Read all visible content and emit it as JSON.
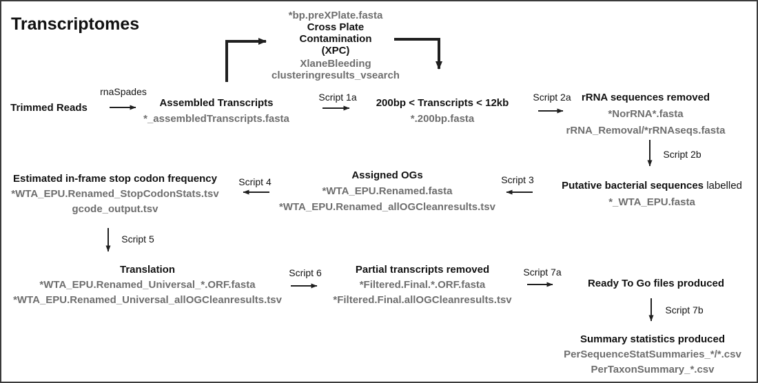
{
  "title": "Transcriptomes",
  "colors": {
    "heading": "#111111",
    "file": "#6e6e6e",
    "arrow": "#1f1f1f",
    "border": "#3a3a3a",
    "background": "#ffffff"
  },
  "nodes": {
    "trimmed_reads": {
      "heading": "Trimmed Reads"
    },
    "assembled_transcripts": {
      "heading": "Assembled Transcripts",
      "files": [
        "*_assembledTranscripts.fasta"
      ]
    },
    "xpc": {
      "file_above": "*bp.preXPlate.fasta",
      "heading_lines": [
        "Cross Plate",
        "Contamination",
        "(XPC)"
      ],
      "files": [
        "XlaneBleeding",
        "clusteringresults_vsearch"
      ]
    },
    "size_filter": {
      "heading": "200bp < Transcripts < 12kb",
      "files": [
        "*.200bp.fasta"
      ]
    },
    "rrna_removed": {
      "heading": "rRNA sequences removed",
      "files": [
        "*NorRNA*.fasta",
        "rRNA_Removal/*rRNAseqs.fasta"
      ]
    },
    "putative_bacterial": {
      "heading_bold": "Putative bacterial sequences",
      "heading_regular": "labelled",
      "files": [
        "*_WTA_EPU.fasta"
      ]
    },
    "assigned_ogs": {
      "heading": "Assigned OGs",
      "files": [
        "*WTA_EPU.Renamed.fasta",
        "*WTA_EPU.Renamed_allOGCleanresults.tsv"
      ]
    },
    "stop_codon": {
      "heading": "Estimated in-frame stop codon frequency",
      "files": [
        "*WTA_EPU.Renamed_StopCodonStats.tsv",
        "gcode_output.tsv"
      ]
    },
    "translation": {
      "heading": "Translation",
      "files": [
        "*WTA_EPU.Renamed_Universal_*.ORF.fasta",
        "*WTA_EPU.Renamed_Universal_allOGCleanresults.tsv"
      ]
    },
    "partial_removed": {
      "heading": "Partial transcripts removed",
      "files": [
        "*Filtered.Final.*.ORF.fasta",
        "*Filtered.Final.allOGCleanresults.tsv"
      ]
    },
    "ready_to_go": {
      "heading": "Ready To Go files produced"
    },
    "summary_stats": {
      "heading": "Summary statistics produced",
      "files": [
        "PerSequenceStatSummaries_*/*.csv",
        "PerTaxonSummary_*.csv"
      ]
    }
  },
  "arrow_labels": {
    "rnaspades": "rnaSpades",
    "script_1a": "Script 1a",
    "script_2a": "Script 2a",
    "script_2b": "Script 2b",
    "script_3": "Script 3",
    "script_4": "Script 4",
    "script_5": "Script 5",
    "script_6": "Script 6",
    "script_7a": "Script 7a",
    "script_7b": "Script 7b"
  }
}
